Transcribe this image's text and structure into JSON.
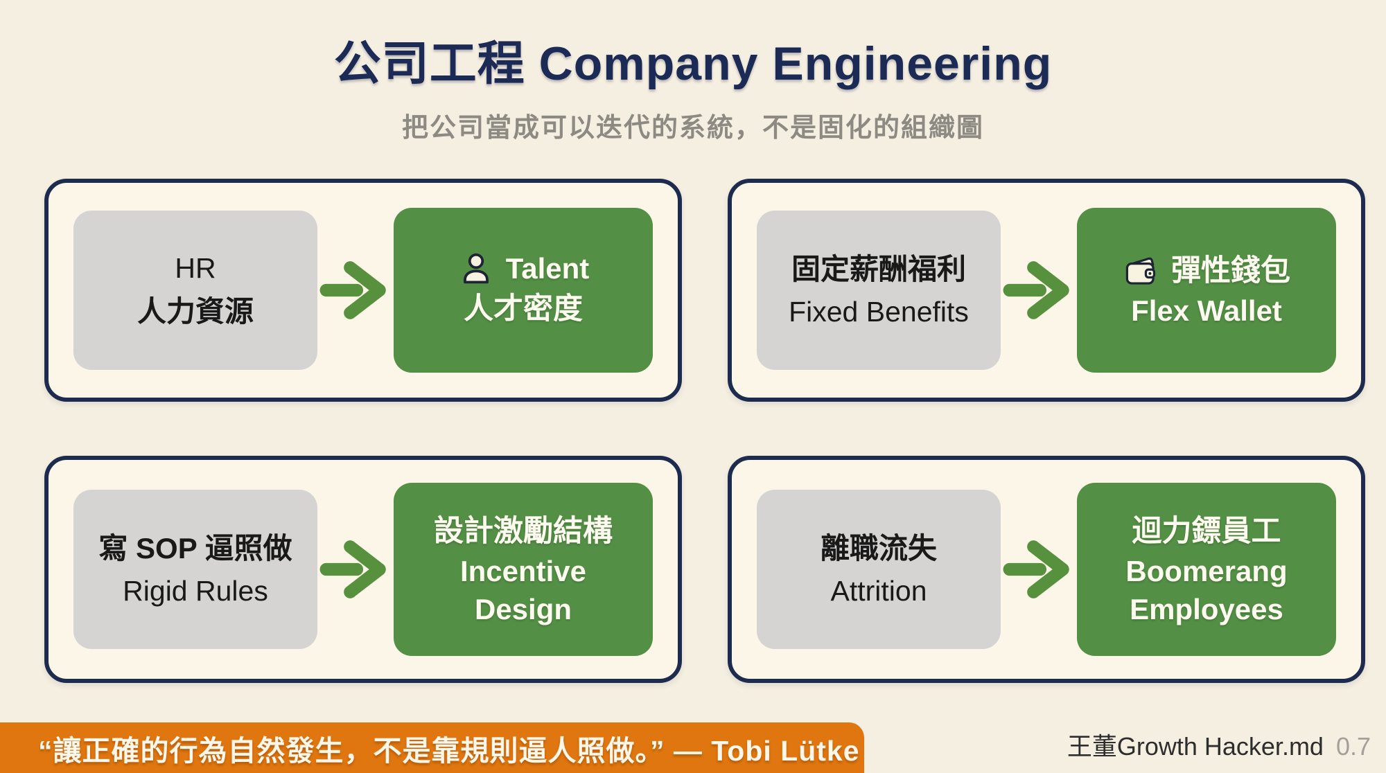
{
  "header": {
    "title": "公司工程 Company Engineering",
    "subtitle": "把公司當成可以迭代的系統，不是固化的組織圖"
  },
  "cards": [
    {
      "from": {
        "lines": [
          "HR",
          "人力資源"
        ]
      },
      "arrow": "arrow-right-icon",
      "to": {
        "icon": "person-icon",
        "lines": [
          "Talent",
          "人才密度"
        ]
      }
    },
    {
      "from": {
        "lines": [
          "固定薪酬福利",
          "Fixed Benefits"
        ]
      },
      "arrow": "arrow-right-icon",
      "to": {
        "icon": "wallet-icon",
        "lines": [
          "彈性錢包",
          "Flex Wallet"
        ]
      }
    },
    {
      "from": {
        "lines": [
          "寫 SOP 逼照做",
          "Rigid Rules"
        ]
      },
      "arrow": "arrow-right-icon",
      "to": {
        "icon": null,
        "lines": [
          "設計激勵結構",
          "Incentive",
          "Design"
        ]
      }
    },
    {
      "from": {
        "lines": [
          "離職流失",
          "Attrition"
        ]
      },
      "arrow": "arrow-right-icon",
      "to": {
        "icon": null,
        "lines": [
          "迴力鏢員工",
          "Boomerang",
          "Employees"
        ]
      }
    }
  ],
  "footer": {
    "quote": "“讓正確的行為自然發生，不是靠規則逼人照做。” — Tobi Lütke",
    "attribution": "王董Growth Hacker.md",
    "version": "0.7"
  },
  "colors": {
    "background": "#f5efe1",
    "card_background": "#fbf6e7",
    "card_border_navy": "#1d2b4f",
    "title_navy": "#1c2a56",
    "subtitle_gray": "#8c8a82",
    "from_box_gray": "#d5d4d2",
    "to_box_green": "#539046",
    "arrow_green": "#57913e",
    "quote_bar_orange": "#e0760f",
    "icon_cream": "#f8f2e0",
    "icon_outline_navy": "#1e2433"
  }
}
